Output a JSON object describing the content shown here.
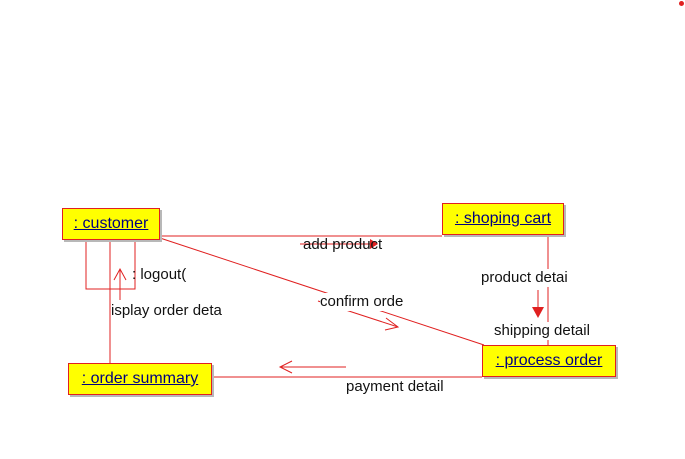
{
  "objects": {
    "customer": ": customer",
    "shoping_cart": ": shoping cart",
    "process_order": ": process order",
    "order_summary": ": order summary"
  },
  "messages": {
    "add_product": "add product",
    "logout": ": logout(",
    "display_order_details": "isplay order deta",
    "confirm_order": "confirm orde",
    "product_details": "product detai",
    "shipping_details": "shipping detail",
    "payment_details": "payment detail"
  },
  "colors": {
    "object_fill": "#ffff00",
    "line": "#e02020",
    "object_text": "#000080"
  }
}
